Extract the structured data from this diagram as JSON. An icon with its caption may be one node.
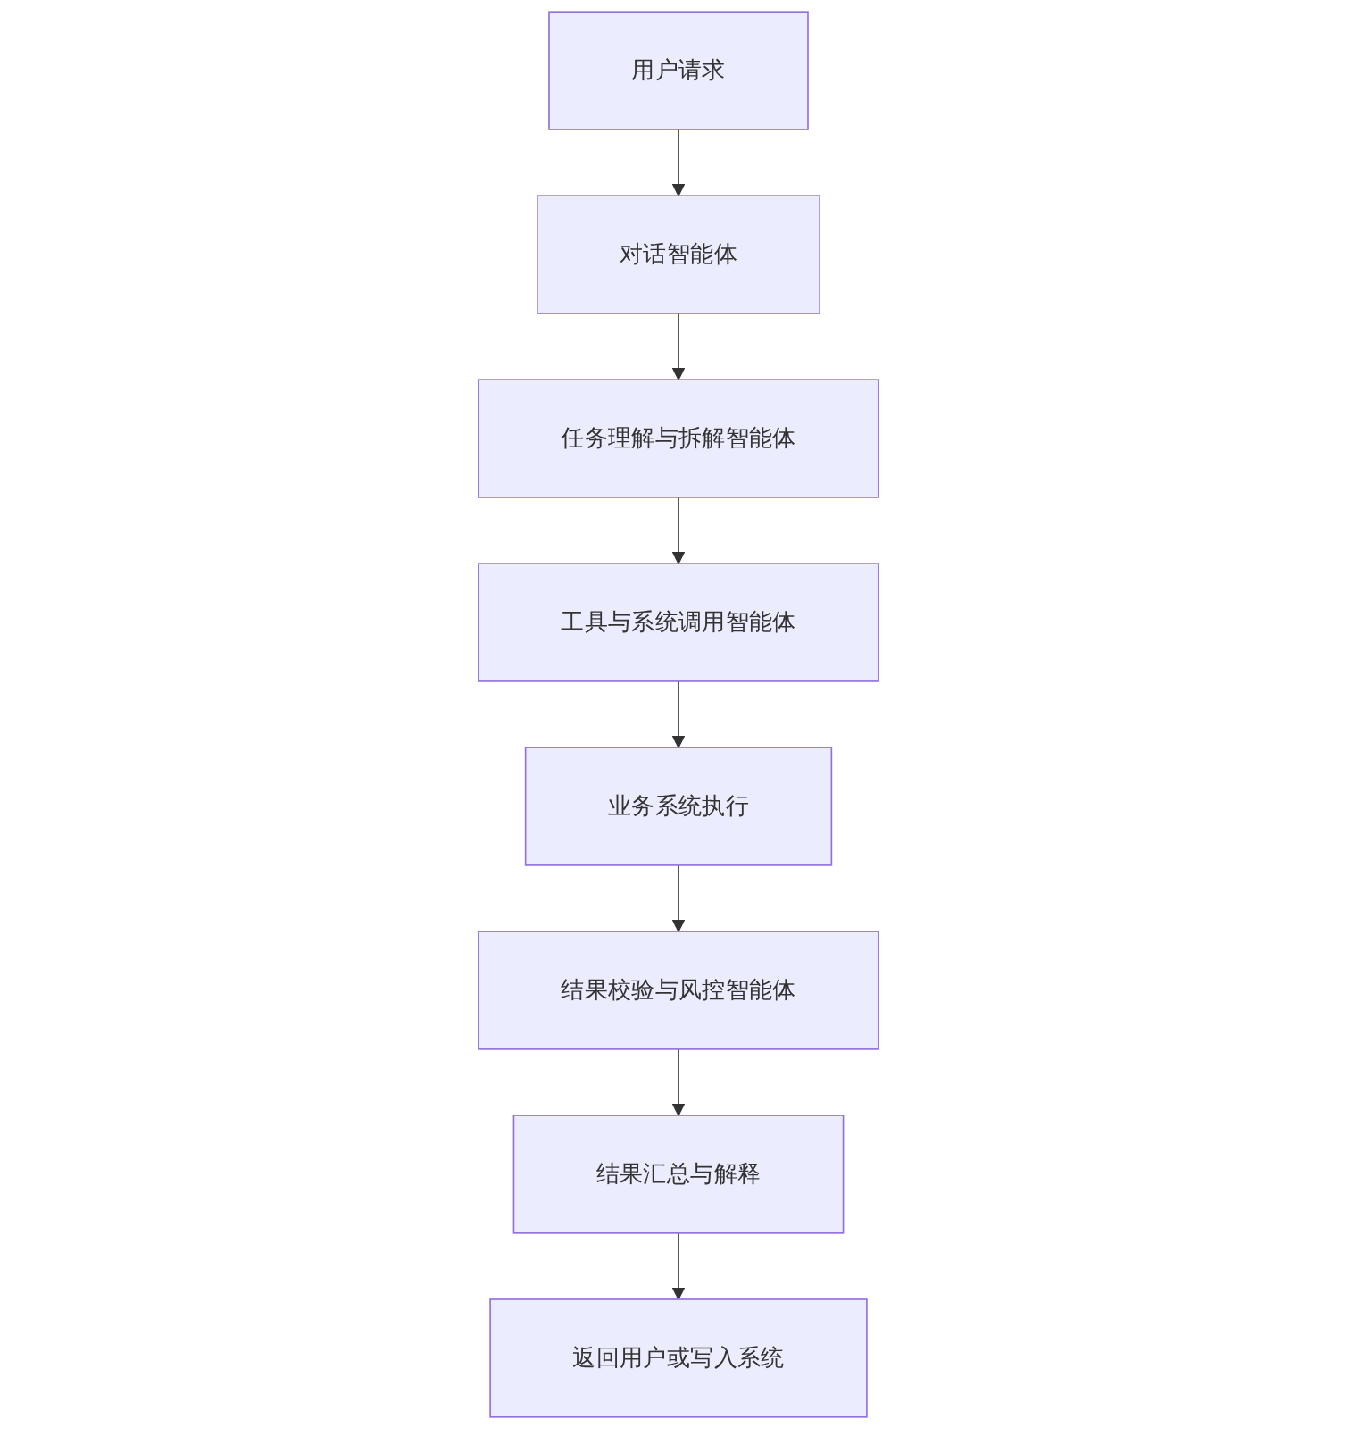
{
  "diagram": {
    "nodes": [
      {
        "text": [
          "用户请求"
        ]
      },
      {
        "text": [
          "对话智能体"
        ]
      },
      {
        "text": [
          "任务理解与拆解智能体"
        ]
      },
      {
        "text": [
          "工具与系统调用智能体"
        ]
      },
      {
        "text": [
          "业务系统执行"
        ]
      },
      {
        "text": [
          "结果校验与风控智能体"
        ]
      },
      {
        "text": [
          "结果汇总与解释"
        ]
      },
      {
        "text": [
          "返回用户或写入系统"
        ]
      }
    ],
    "edges": [
      {
        "from": 0,
        "to": 1,
        "arrow": "to"
      },
      {
        "from": 1,
        "to": 2,
        "arrow": "to"
      },
      {
        "from": 2,
        "to": 3,
        "arrow": "to"
      },
      {
        "from": 3,
        "to": 4,
        "arrow": "to"
      },
      {
        "from": 4,
        "to": 5,
        "arrow": "to"
      },
      {
        "from": 5,
        "to": 6,
        "arrow": "to"
      },
      {
        "from": 6,
        "to": 7,
        "arrow": "to"
      }
    ]
  }
}
